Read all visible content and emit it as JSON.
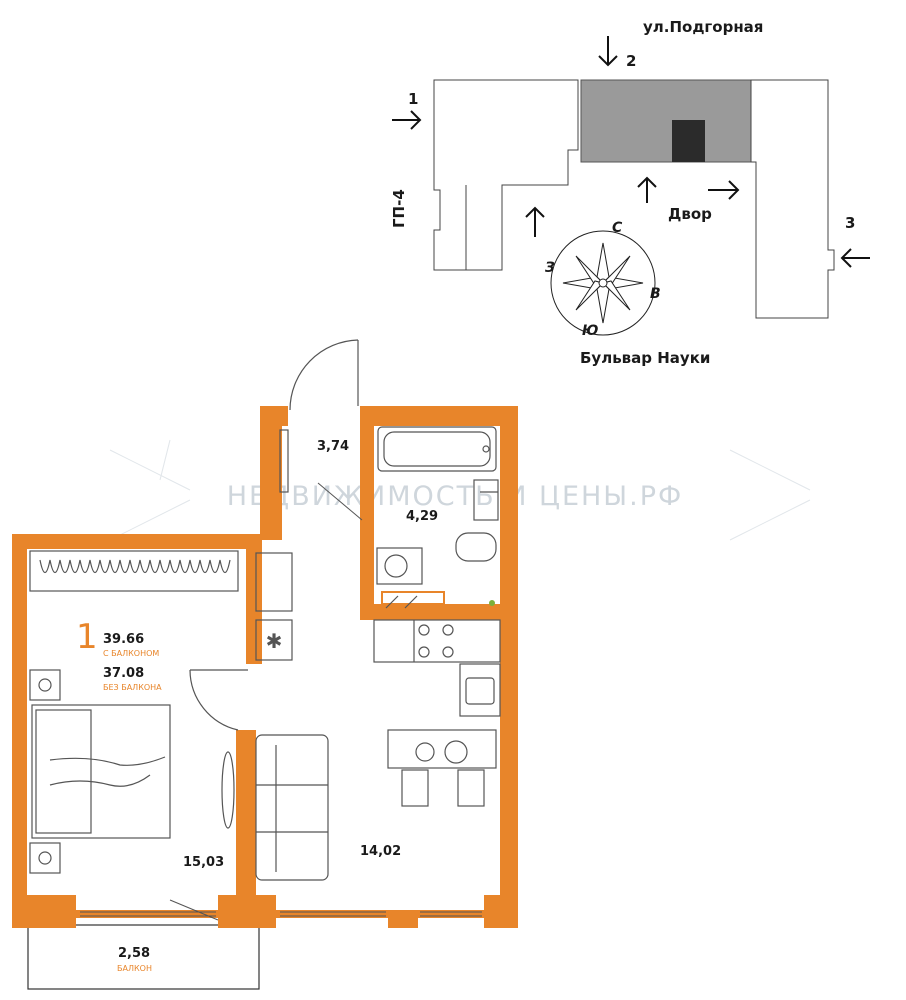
{
  "colors": {
    "wall": "#e8852a",
    "building_highlight": "#9a9a9a",
    "apartment_marker": "#2b2b2b",
    "watermark": "#d3dae0"
  },
  "site_plan": {
    "street_top": "ул.Подгорная",
    "street_bottom": "Бульвар Науки",
    "street_left": "ГП-4",
    "yard": "Двор",
    "view_1": "1",
    "view_2": "2",
    "view_3": "3",
    "compass": {
      "north": "С",
      "east": "В",
      "south": "Ю",
      "west": "З"
    }
  },
  "watermark": "НЕДВИЖИМОСТЬ И ЦЕНЫ.РФ",
  "summary": {
    "rooms": "1",
    "area_with_balcony": "39.66",
    "with_balcony_label": "С БАЛКОНОМ",
    "area_without_balcony": "37.08",
    "without_balcony_label": "БЕЗ БАЛКОНА"
  },
  "rooms": {
    "hall": "3,74",
    "bathroom": "4,29",
    "bedroom": "15,03",
    "living_kitchen": "14,02",
    "balcony": "2,58",
    "balcony_label": "БАЛКОН"
  }
}
